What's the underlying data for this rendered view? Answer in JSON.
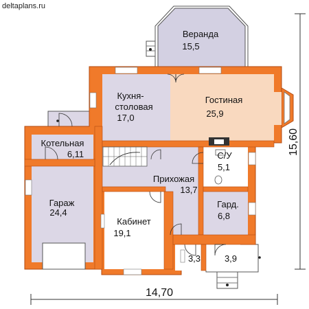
{
  "site": {
    "label": "deltaplans.ru"
  },
  "dimensions": {
    "width": "14,70",
    "depth": "15,60"
  },
  "rooms": {
    "veranda": {
      "name": "Веранда",
      "area": "15,5"
    },
    "kitchen": {
      "name_line1": "Кухня-",
      "name_line2": "столовая",
      "area": "17,0"
    },
    "living": {
      "name": "Гостиная",
      "area": "25,9"
    },
    "boiler": {
      "name": "Котельная",
      "area": "6,11"
    },
    "wc": {
      "name": "С/У",
      "area": "5,1"
    },
    "hall": {
      "name": "Прихожая",
      "area": "13,7"
    },
    "garage": {
      "name": "Гараж",
      "area": "24,4"
    },
    "wardrobe": {
      "name": "Гард.",
      "area": "6,8"
    },
    "study": {
      "name": "Кабинет",
      "area": "19,1"
    },
    "storage": {
      "area": "3,3"
    },
    "vestibule": {
      "area": "3,9"
    }
  },
  "colors": {
    "wall": "#f07a2a",
    "wall_outline": "#b24a10",
    "room_lavender": "#dcd7e6",
    "room_peach": "#f9d9bf",
    "room_white": "#ffffff",
    "veranda": "#d3d0e2",
    "stairs": "#ffffff",
    "dimension_line": "#333333"
  }
}
